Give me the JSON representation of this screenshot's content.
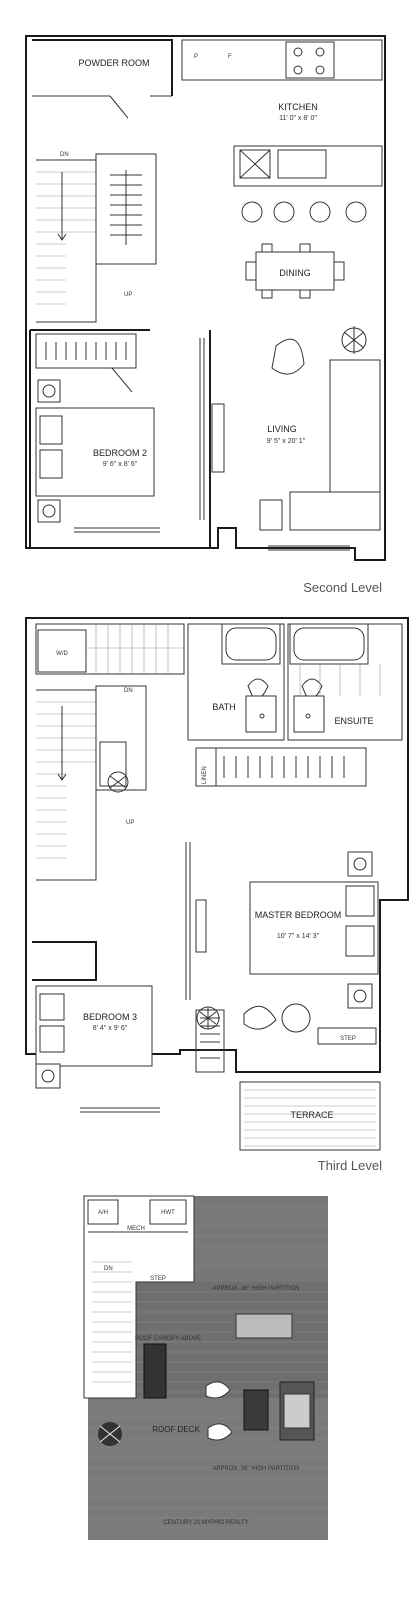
{
  "levels": {
    "second": {
      "title": "Second Level",
      "rooms": {
        "powder_room": "POWDER ROOM",
        "kitchen": "KITCHEN",
        "kitchen_dim": "11' 0\" x 8' 0\"",
        "dining": "DINING",
        "living": "LIVING",
        "living_dim": "9' 5\" x 20' 1\"",
        "bedroom2": "BEDROOM 2",
        "bedroom2_dim": "9' 6\" x 8' 6\""
      },
      "marks": {
        "dn": "DN",
        "up": "UP",
        "p": "P",
        "f": "F"
      }
    },
    "third": {
      "title": "Third Level",
      "rooms": {
        "wd": "W/D",
        "bath": "BATH",
        "ensuite": "ENSUITE",
        "linen": "LINEN",
        "master": "MASTER BEDROOM",
        "master_dim": "10' 7\" x 14' 3\"",
        "bedroom3": "BEDROOM 3",
        "bedroom3_dim": "8' 4\" x 9' 6\"",
        "step": "STEP",
        "terrace": "TERRACE"
      },
      "marks": {
        "dn": "DN",
        "up": "UP"
      }
    },
    "roof": {
      "rooms": {
        "ah": "A/H",
        "hwt": "HWT",
        "mech": "MECH",
        "step": "STEP",
        "dn": "DN",
        "partition_top": "APPROX. 36\" HIGH PARTITION",
        "canopy": "ROOF CANOPY ABOVE",
        "roof_deck": "ROOF DECK",
        "partition_bottom": "APPROX. 36\" HIGH PARTITION"
      }
    }
  },
  "watermark": "CENTURY 21 MYPRO REALTY"
}
